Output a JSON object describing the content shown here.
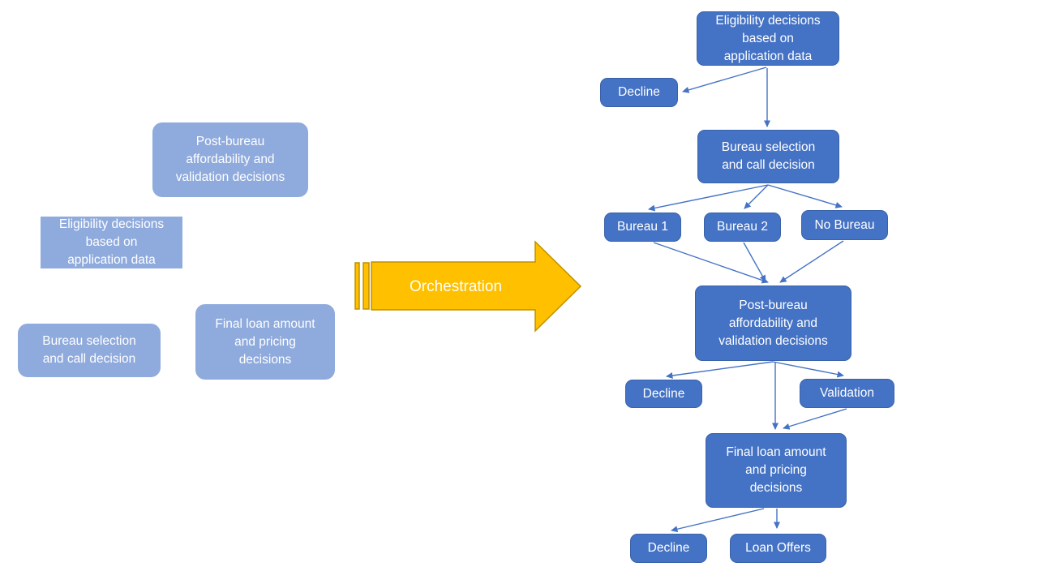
{
  "palette": {
    "light_blue": "#8FAADC",
    "dark_blue": "#4472C4",
    "dark_blue_border": "#3A62A9",
    "connector_blue": "#4472C4",
    "orange_fill": "#FFC000",
    "orange_border": "#BF9000",
    "text_color": "#FFFFFF",
    "background": "#FFFFFF"
  },
  "left_panel": {
    "description": "unordered decision boxes before orchestration",
    "boxes": [
      {
        "id": "post-bureau",
        "label": "Post-bureau\naffordability and\nvalidation decisions"
      },
      {
        "id": "eligibility",
        "label": "Eligibility decisions\nbased on\napplication data"
      },
      {
        "id": "bureau-selection",
        "label": "Bureau selection\nand call decision"
      },
      {
        "id": "final-loan",
        "label": "Final loan amount\nand pricing\ndecisions"
      }
    ]
  },
  "orchestration": {
    "label": "Orchestration"
  },
  "flowchart": {
    "nodes": [
      {
        "id": "eligibility",
        "label": "Eligibility decisions\nbased on\napplication data"
      },
      {
        "id": "decline-1",
        "label": "Decline"
      },
      {
        "id": "bureau-selection",
        "label": "Bureau selection\nand call decision"
      },
      {
        "id": "bureau-1",
        "label": "Bureau 1"
      },
      {
        "id": "bureau-2",
        "label": "Bureau 2"
      },
      {
        "id": "no-bureau",
        "label": "No Bureau"
      },
      {
        "id": "post-bureau",
        "label": "Post-bureau\naffordability and\nvalidation decisions"
      },
      {
        "id": "decline-2",
        "label": "Decline"
      },
      {
        "id": "validation",
        "label": "Validation"
      },
      {
        "id": "final-loan",
        "label": "Final loan amount\nand pricing\ndecisions"
      },
      {
        "id": "decline-3",
        "label": "Decline"
      },
      {
        "id": "loan-offers",
        "label": "Loan Offers"
      }
    ],
    "edges": [
      {
        "from": "eligibility",
        "to": "decline-1"
      },
      {
        "from": "eligibility",
        "to": "bureau-selection"
      },
      {
        "from": "bureau-selection",
        "to": "bureau-1"
      },
      {
        "from": "bureau-selection",
        "to": "bureau-2"
      },
      {
        "from": "bureau-selection",
        "to": "no-bureau"
      },
      {
        "from": "bureau-1",
        "to": "post-bureau"
      },
      {
        "from": "bureau-2",
        "to": "post-bureau"
      },
      {
        "from": "no-bureau",
        "to": "post-bureau"
      },
      {
        "from": "post-bureau",
        "to": "decline-2"
      },
      {
        "from": "post-bureau",
        "to": "validation"
      },
      {
        "from": "post-bureau",
        "to": "final-loan"
      },
      {
        "from": "validation",
        "to": "final-loan"
      },
      {
        "from": "final-loan",
        "to": "decline-3"
      },
      {
        "from": "final-loan",
        "to": "loan-offers"
      }
    ]
  }
}
